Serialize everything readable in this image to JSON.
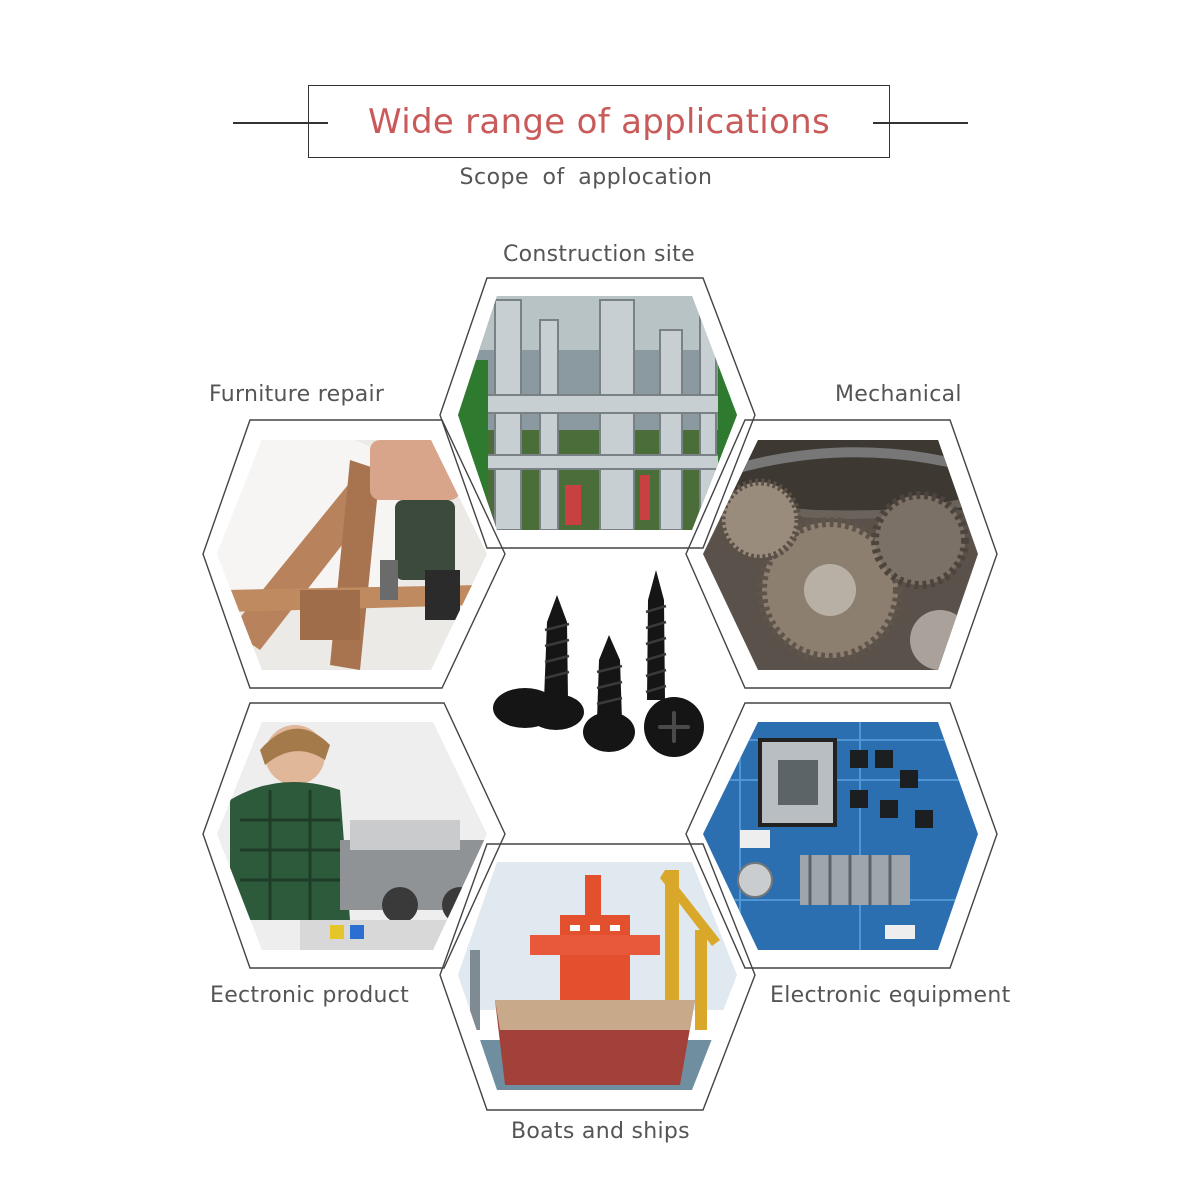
{
  "header": {
    "title": "Wide range of applications",
    "subtitle": "Scope  of  applocation"
  },
  "applications": [
    {
      "label": "Construction site",
      "icon": "industrial-pipes-photo"
    },
    {
      "label": "Furniture repair",
      "icon": "drill-furniture-photo"
    },
    {
      "label": "Mechanical",
      "icon": "gears-photo"
    },
    {
      "label": "Eectronic product",
      "icon": "robot-kit-photo"
    },
    {
      "label": "Electronic equipment",
      "icon": "motherboard-photo"
    },
    {
      "label": "Boats and ships",
      "icon": "cargo-ship-photo"
    }
  ],
  "center_product": {
    "icon": "black-self-tapping-screws"
  },
  "colors": {
    "title": "#c95a5a",
    "label": "#555555",
    "frame": "#333333",
    "hex_outline": "#444444"
  }
}
